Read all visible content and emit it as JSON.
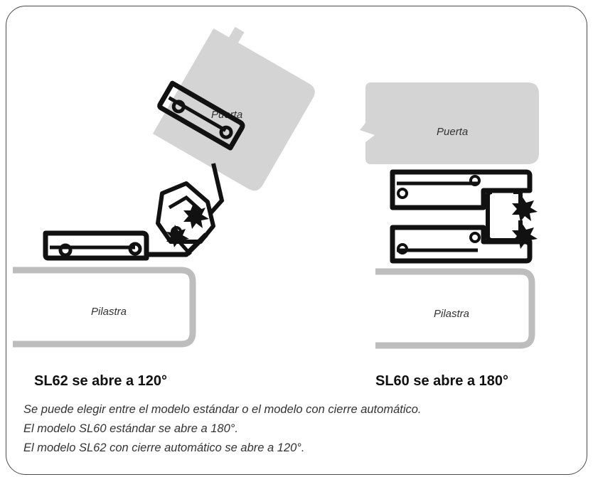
{
  "left_diagram": {
    "door_label": "Puerta",
    "pilaster_label": "Pilastra",
    "caption": "SL62 se abre a 120°"
  },
  "right_diagram": {
    "door_label": "Puerta",
    "pilaster_label": "Pilastra",
    "caption": "SL60 se abre a 180°"
  },
  "notes": [
    "Se puede elegir entre el modelo estándar o el modelo con cierre automático.",
    "El modelo SL60 estándar se abre a 180°.",
    "El modelo SL62 con cierre automático se abre a 120°."
  ],
  "colors": {
    "door_fill": "#d4d4d4",
    "pilaster_stroke": "#bdbdbd",
    "profile_fill": "#111111",
    "frame": "#4a4a4a"
  }
}
